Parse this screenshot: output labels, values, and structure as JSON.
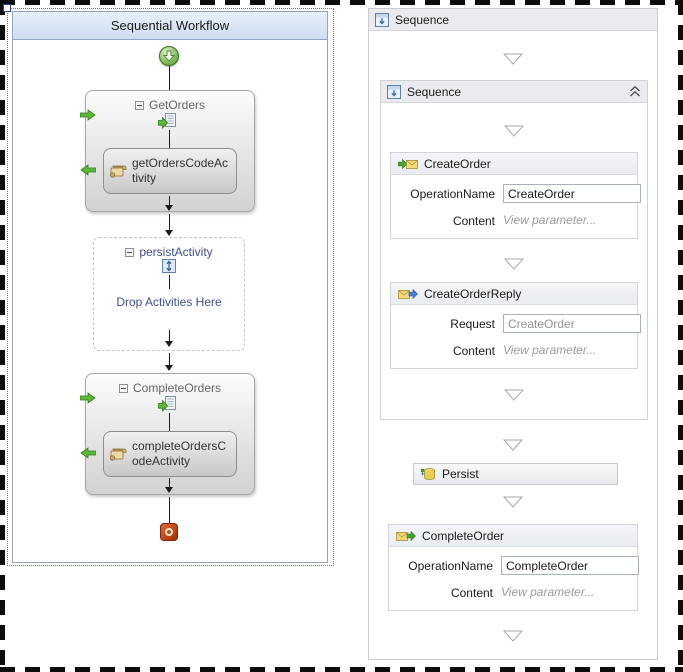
{
  "workflow_panel": {
    "title": "Sequential Workflow",
    "get_orders": {
      "title": "GetOrders",
      "code_activity": "getOrdersCodeActivity"
    },
    "persist_activity": {
      "title": "persistActivity",
      "drop_hint": "Drop Activities Here"
    },
    "complete_orders": {
      "title": "CompleteOrders",
      "code_activity": "completeOrdersCodeActivity"
    }
  },
  "sequence_panel": {
    "root_title": "Sequence",
    "inner_title": "Sequence",
    "create_order": {
      "title": "CreateOrder",
      "operation_label": "OperationName",
      "operation_value": "CreateOrder",
      "content_label": "Content",
      "content_value": "View parameter..."
    },
    "create_order_reply": {
      "title": "CreateOrderReply",
      "request_label": "Request",
      "request_value": "CreateOrder",
      "content_label": "Content",
      "content_value": "View parameter..."
    },
    "persist": {
      "title": "Persist"
    },
    "complete_order": {
      "title": "CompleteOrder",
      "operation_label": "OperationName",
      "operation_value": "CompleteOrder",
      "content_label": "Content",
      "content_value": "View parameter..."
    }
  },
  "icons": {
    "start": "green-circle-down-arrow",
    "end": "red-terminate-square",
    "sequence": "blue-window-down-arrow",
    "receive_document": "document-with-green-arrow",
    "code_scroll": "parchment-scroll",
    "receive_envelope": "green-arrow-into-envelope",
    "send_reply_envelope": "envelope-with-blue-arrow",
    "complete_envelope": "envelope-with-green-arrow",
    "persist_database": "yellow-database-cylinder",
    "collapse": "double-chevron-up"
  },
  "colors": {
    "panel_border": "#93a5c6",
    "persist_text": "#3e4f94",
    "flow_green": "#5cb73b",
    "terminate_red": "#b03008"
  }
}
